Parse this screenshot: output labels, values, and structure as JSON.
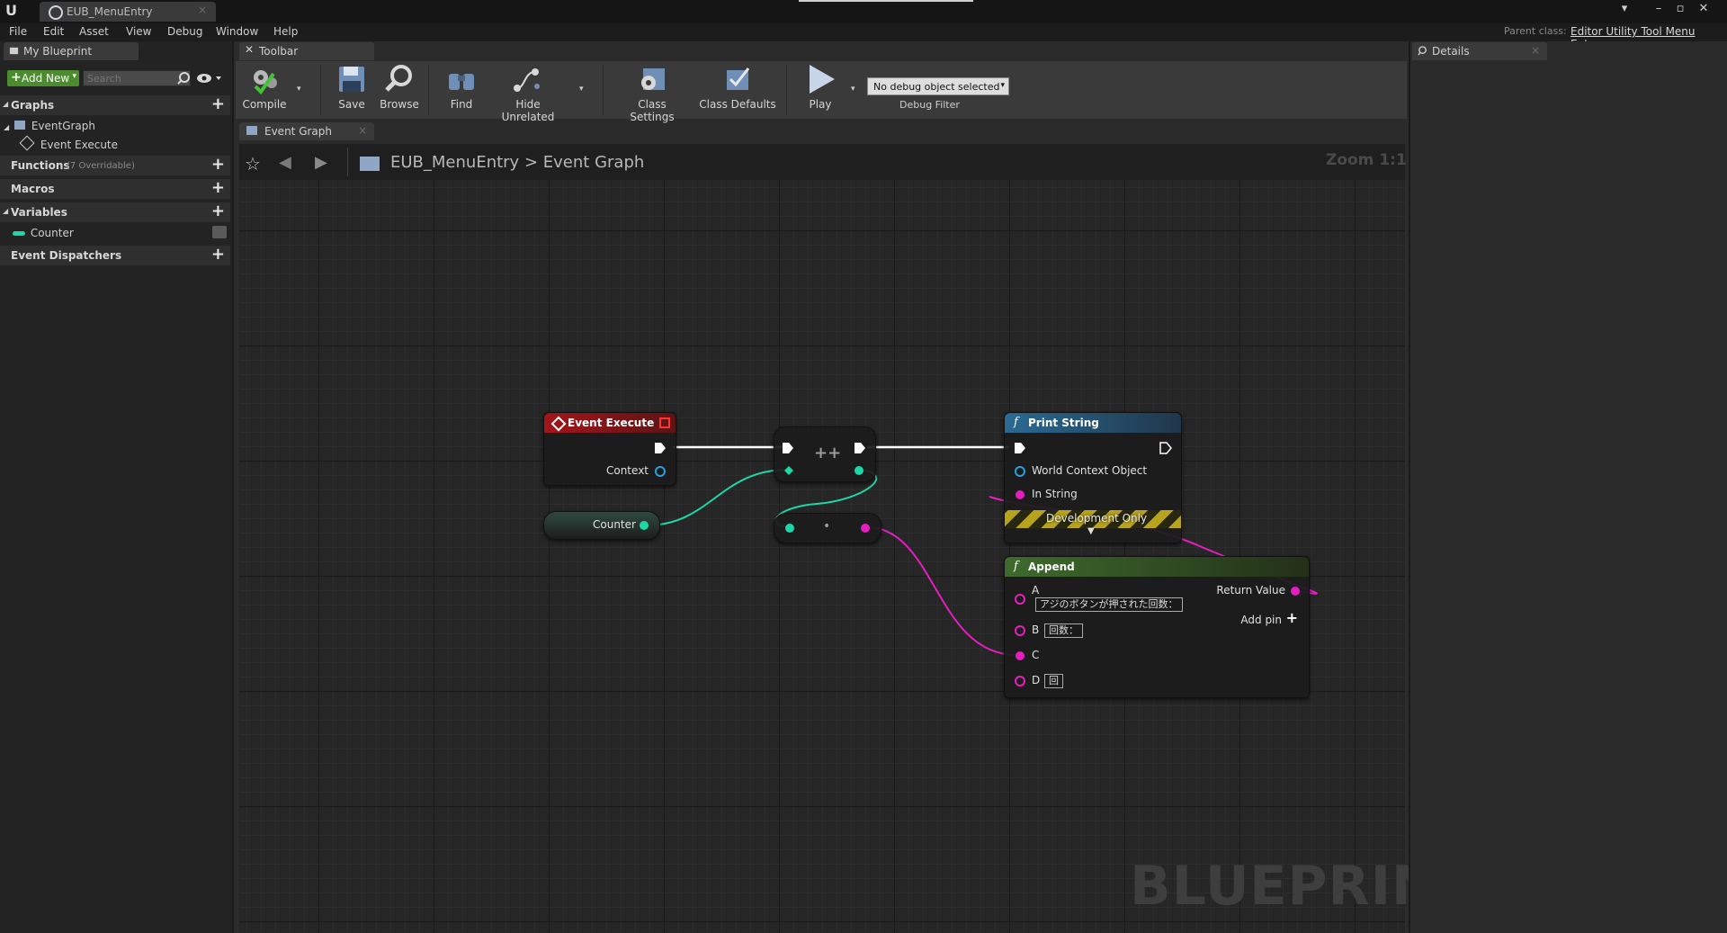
{
  "window": {
    "tab_title": "EUB_MenuEntry",
    "parent_class_label": "Parent class:",
    "parent_class_value": "Editor Utility Tool Menu Entry"
  },
  "menu": [
    "File",
    "Edit",
    "Asset",
    "View",
    "Debug",
    "Window",
    "Help"
  ],
  "left_panel": {
    "tab_label": "My Blueprint",
    "add_new_label": "Add New",
    "search_placeholder": "Search",
    "sections": {
      "graphs": "Graphs",
      "event_graph": "EventGraph",
      "event_execute": "Event Execute",
      "functions": "Functions",
      "functions_count": "(7 Overridable)",
      "macros": "Macros",
      "variables": "Variables",
      "counter_var": "Counter",
      "event_dispatchers": "Event Dispatchers"
    }
  },
  "toolbar": {
    "tab_label": "Toolbar",
    "compile": "Compile",
    "save": "Save",
    "browse": "Browse",
    "find": "Find",
    "hide_unrelated": "Hide Unrelated",
    "class_settings": "Class Settings",
    "class_defaults": "Class Defaults",
    "play": "Play",
    "debug_select": "No debug object selected",
    "debug_filter": "Debug Filter"
  },
  "graph": {
    "tab_label": "Event Graph",
    "breadcrumb_root": "EUB_MenuEntry",
    "breadcrumb_sep": ">",
    "breadcrumb_leaf": "Event Graph",
    "zoom": "Zoom 1:1",
    "watermark": "BLUEPRINT"
  },
  "details": {
    "tab_label": "Details"
  },
  "nodes": {
    "event_execute": {
      "title": "Event Execute",
      "context_pin": "Context"
    },
    "increment": {
      "label": "++"
    },
    "counter_var": {
      "label": "Counter"
    },
    "to_string": {
      "label": "•"
    },
    "print_string": {
      "title": "Print String",
      "pin_world_context": "World Context Object",
      "pin_in_string": "In String",
      "dev_only": "Development Only"
    },
    "append": {
      "title": "Append",
      "pin_a": "A",
      "pin_a_value": "アジのボタンが押された回数：",
      "pin_b": "B",
      "pin_b_value": "回数：",
      "pin_c": "C",
      "pin_d": "D",
      "pin_d_value": "回",
      "return_value": "Return Value",
      "add_pin": "Add pin"
    }
  },
  "colors": {
    "exec": "#ffffff",
    "string_pin": "#e51fbf",
    "int_pin": "#1ed7a8",
    "object_pin": "#2a9ee3",
    "event_header": "#a3151a",
    "function_header": "#2a6a93",
    "pure_header": "#3e6b2d"
  }
}
